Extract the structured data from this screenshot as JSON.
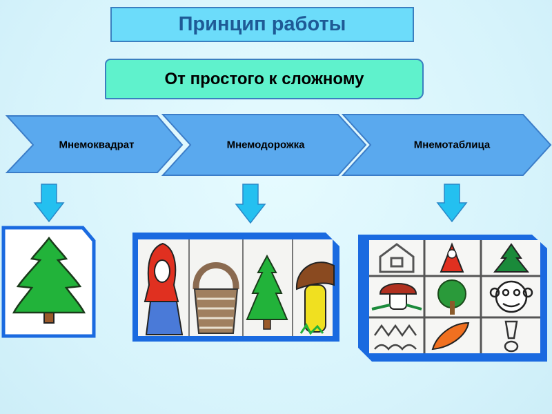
{
  "title": "Принцип работы",
  "subtitle": "От простого к сложному",
  "steps": [
    {
      "label": "Мнемоквадрат"
    },
    {
      "label": "Мнемодорожка"
    },
    {
      "label": "Мнемотаблица"
    }
  ],
  "colors": {
    "title_fill": "#6cdcfa",
    "subtitle_fill": "#5ff2cc",
    "chevron_fill": "#5aa9ee",
    "arrow_fill": "#24c0f0",
    "frame_border": "#1a6ae0"
  }
}
